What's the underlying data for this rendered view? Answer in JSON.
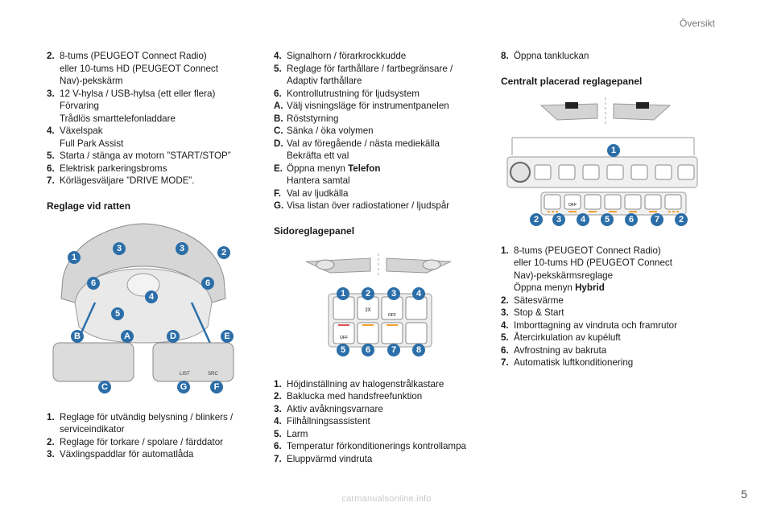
{
  "header": {
    "section": "Översikt"
  },
  "page_number": "5",
  "watermark": "carmanualsonline.info",
  "col1": {
    "items_top": [
      {
        "k": "2.",
        "lines": [
          "8-tums (PEUGEOT Connect Radio)",
          "eller 10-tums HD (PEUGEOT Connect",
          "Nav)-pekskärm"
        ]
      },
      {
        "k": "3.",
        "lines": [
          "12 V-hylsa / USB-hylsa (ett eller flera)",
          "Förvaring",
          "Trådlös smarttelefonladdare"
        ]
      },
      {
        "k": "4.",
        "lines": [
          "Växelspak",
          "Full Park Assist"
        ]
      },
      {
        "k": "5.",
        "lines": [
          "Starta / stänga av motorn ”START/STOP”"
        ]
      },
      {
        "k": "6.",
        "lines": [
          "Elektrisk parkeringsbroms"
        ]
      },
      {
        "k": "7.",
        "lines": [
          "Körlägesväljare ”DRIVE MODE”."
        ]
      }
    ],
    "heading": "Reglage vid ratten",
    "items_bottom": [
      {
        "k": "1.",
        "lines": [
          "Reglage för utvändig belysning / blinkers /",
          "serviceindikator"
        ]
      },
      {
        "k": "2.",
        "lines": [
          "Reglage för torkare / spolare / färddator"
        ]
      },
      {
        "k": "3.",
        "lines": [
          "Växlingspaddlar för automatlåda"
        ]
      }
    ],
    "figure_labels": {
      "n1": "1",
      "n2": "2",
      "n3": "3",
      "n4": "4",
      "n5": "5",
      "n6": "6",
      "B": "B",
      "A": "A",
      "C": "C",
      "D": "D",
      "E": "E",
      "G": "G",
      "F": "F",
      "list": "LIST",
      "src": "SRC"
    }
  },
  "col2": {
    "items_top": [
      {
        "k": "4.",
        "lines": [
          "Signalhorn / förarkrockkudde"
        ]
      },
      {
        "k": "5.",
        "lines": [
          "Reglage för farthållare / fartbegränsare /",
          "Adaptiv farthållare"
        ]
      },
      {
        "k": "6.",
        "lines": [
          "Kontrollutrustning för ljudsystem"
        ]
      },
      {
        "k": "A.",
        "lines": [
          "Välj visningsläge för instrumentpanelen"
        ]
      },
      {
        "k": "B.",
        "lines": [
          "Röststyrning"
        ]
      },
      {
        "k": "C.",
        "lines": [
          "Sänka / öka volymen"
        ]
      },
      {
        "k": "D.",
        "lines": [
          "Val av föregående / nästa mediekälla",
          "Bekräfta ett val"
        ]
      },
      {
        "k": "E.",
        "lines": [
          "Öppna menyn |Telefon|",
          "Hantera samtal"
        ]
      },
      {
        "k": "F.",
        "lines": [
          "Val av ljudkälla"
        ]
      },
      {
        "k": "G.",
        "lines": [
          "Visa listan över radiostationer / ljudspår"
        ]
      }
    ],
    "heading": "Sidoreglagepanel",
    "items_bottom": [
      {
        "k": "1.",
        "lines": [
          "Höjdinställning av halogenstrålkastare"
        ]
      },
      {
        "k": "2.",
        "lines": [
          "Baklucka med handsfreefunktion"
        ]
      },
      {
        "k": "3.",
        "lines": [
          "Aktiv avåkningsvarnare"
        ]
      },
      {
        "k": "4.",
        "lines": [
          "Filhållningsassistent"
        ]
      },
      {
        "k": "5.",
        "lines": [
          "Larm"
        ]
      },
      {
        "k": "6.",
        "lines": [
          "Temperatur förkonditionerings kontrollampa"
        ]
      },
      {
        "k": "7.",
        "lines": [
          "Eluppvärmd vindruta"
        ]
      }
    ],
    "figure_labels": {
      "n1": "1",
      "n2": "2",
      "n3": "3",
      "n4": "4",
      "n5": "5",
      "n6": "6",
      "n7": "7",
      "n8": "8",
      "twox": "2X",
      "off1": "OFF",
      "off2": "OFF"
    }
  },
  "col3": {
    "items_top": [
      {
        "k": "8.",
        "lines": [
          "Öppna tankluckan"
        ]
      }
    ],
    "heading": "Centralt placerad reglagepanel",
    "items_bottom": [
      {
        "k": "1.",
        "lines": [
          "8-tums (PEUGEOT Connect Radio)",
          "eller 10-tums HD (PEUGEOT Connect",
          "Nav)-pekskärmsreglage",
          "Öppna menyn |Hybrid|"
        ]
      },
      {
        "k": "2.",
        "lines": [
          "Sätesvärme"
        ]
      },
      {
        "k": "3.",
        "lines": [
          "Stop & Start"
        ]
      },
      {
        "k": "4.",
        "lines": [
          "Imborttagning av vindruta och framrutor"
        ]
      },
      {
        "k": "5.",
        "lines": [
          "Återcirkulation av kupéluft"
        ]
      },
      {
        "k": "6.",
        "lines": [
          "Avfrostning av bakruta"
        ]
      },
      {
        "k": "7.",
        "lines": [
          "Automatisk luftkonditionering"
        ]
      }
    ],
    "figure_labels": {
      "n1": "1",
      "n2a": "2",
      "n3": "3",
      "n4": "4",
      "n5": "5",
      "n6": "6",
      "n7": "7",
      "n2b": "2",
      "off": "OFF"
    }
  }
}
